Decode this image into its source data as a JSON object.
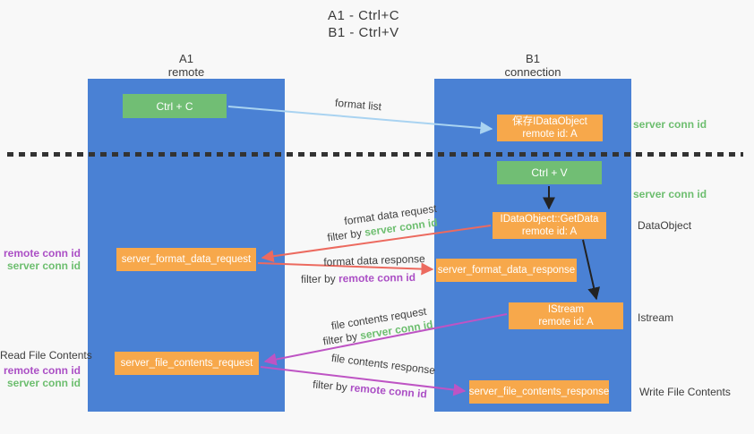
{
  "title": {
    "line1": "A1 - Ctrl+C",
    "line2": "B1 - Ctrl+V"
  },
  "lanes": {
    "left": {
      "name": "A1",
      "role": "remote"
    },
    "right": {
      "name": "B1",
      "role": "connection"
    }
  },
  "boxes": {
    "ctrl_c": {
      "label": "Ctrl + C"
    },
    "save_idataobject": {
      "line1": "保存IDataObject",
      "line2": "remote id: A"
    },
    "ctrl_v": {
      "label": "Ctrl + V"
    },
    "getdata": {
      "line1": "IDataObject::GetData",
      "line2": "remote id: A"
    },
    "server_format_data_request": {
      "label": "server_format_data_request"
    },
    "server_format_data_response": {
      "label": "server_format_data_response"
    },
    "istream": {
      "line1": "IStream",
      "line2": "remote id: A"
    },
    "server_file_contents_request": {
      "label": "server_file_contents_request"
    },
    "server_file_contents_response": {
      "label": "server_file_contents_response"
    }
  },
  "arrow_labels": {
    "format_list": "format list",
    "format_data_request": "format data request",
    "format_data_response": "format data response",
    "file_contents_request": "file contents request",
    "file_contents_response": "file contents response",
    "filter_by": "filter by ",
    "server_conn_id": "server conn id",
    "remote_conn_id": "remote conn id"
  },
  "annotations": {
    "left_mid": {
      "purple": "remote conn id",
      "green": "server conn id"
    },
    "read_file_contents": "Read File Contents",
    "left_bottom": {
      "purple": "remote conn id",
      "green": "server conn id"
    },
    "right_top_green": "server conn id",
    "right_mid_green": "server conn id",
    "dataobject": "DataObject",
    "istream_side": "Istream",
    "write_file_contents": "Write File Contents"
  },
  "colors": {
    "background": "#F8F8F8",
    "lane_blue": "#4A81D4",
    "box_green": "#71BE74",
    "box_orange": "#F7A84B",
    "arrow_lightblue": "#A9D3F1",
    "arrow_black": "#222222",
    "arrow_salmon": "#EC6A5F",
    "arrow_magenta": "#BE54C4",
    "text_green": "#6DBE6F",
    "text_purple": "#AB4FC5",
    "text_dark": "#3C3C3C",
    "separator_dark": "#333333"
  }
}
